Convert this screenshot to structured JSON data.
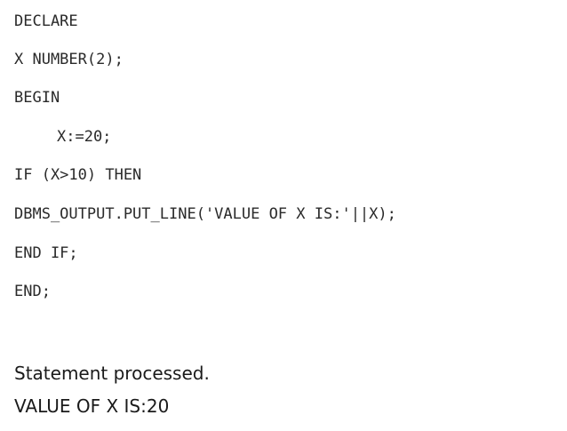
{
  "code": {
    "lines": [
      "DECLARE",
      "X NUMBER(2);",
      "BEGIN",
      "X:=20;",
      "IF (X>10) THEN",
      "DBMS_OUTPUT.PUT_LINE('VALUE OF X IS:'||X);",
      "END IF;",
      "END;"
    ]
  },
  "output": {
    "lines": [
      "Statement processed.",
      "VALUE OF X IS:20"
    ]
  }
}
